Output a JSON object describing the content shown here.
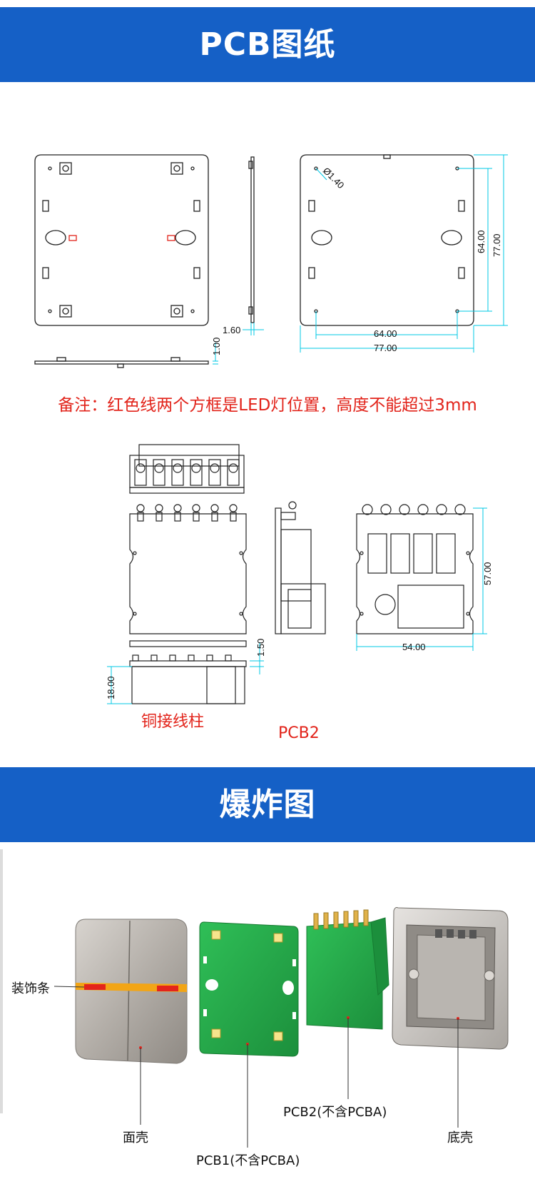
{
  "section1": {
    "title": "PCB图纸"
  },
  "pcb1_drawing": {
    "dims": {
      "hole_dia": "Ø1.40",
      "inner_h": "64.00",
      "outer_h": "77.00",
      "inner_w": "64.00",
      "outer_w": "77.00",
      "thickness": "1.60",
      "standoff": "1.00"
    }
  },
  "note": "备注：红色线两个方框是LED灯位置，高度不能超过3mm",
  "pcb2_drawing": {
    "dims": {
      "height": "57.00",
      "width": "54.00",
      "gap": "1.50",
      "terminal_h": "18.00"
    },
    "terminal_label": "铜接线柱",
    "board_label": "PCB2"
  },
  "section2": {
    "title": "爆炸图"
  },
  "exploded": {
    "labels": {
      "trim": "装饰条",
      "panel": "面壳",
      "pcb1": "PCB1(不含PCBA)",
      "pcb2": "PCB2(不含PCBA)",
      "base": "底壳"
    }
  },
  "colors": {
    "banner": "#1560c6",
    "note": "#e2231a",
    "dimension": "#00c8e6",
    "pcb_green": "#22a447"
  }
}
